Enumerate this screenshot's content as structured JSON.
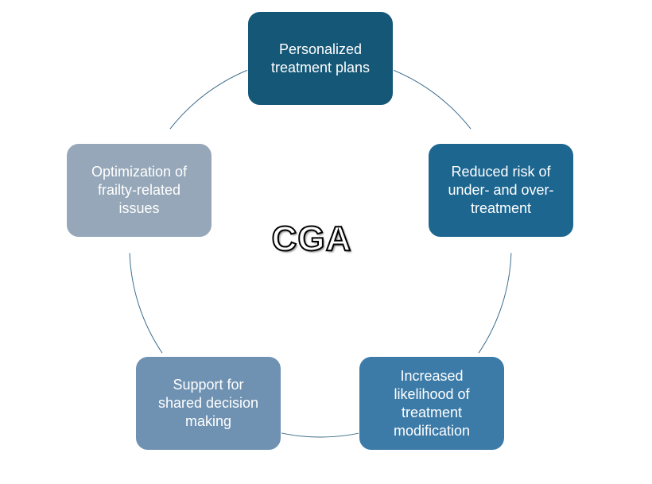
{
  "diagram": {
    "center_label": "CGA",
    "nodes": [
      {
        "label": "Personalized\ntreatment plans",
        "color": "#145777"
      },
      {
        "label": "Reduced risk of\nunder- and over-\ntreatment",
        "color": "#1d6690"
      },
      {
        "label": "Increased\nlikelihood of\ntreatment\nmodification",
        "color": "#3c7ba8"
      },
      {
        "label": "Support for\nshared decision\nmaking",
        "color": "#6f92b2"
      },
      {
        "label": "Optimization of\nfrailty-related\nissues",
        "color": "#95a7b8"
      }
    ],
    "connector_color": "#3f6e8e"
  }
}
